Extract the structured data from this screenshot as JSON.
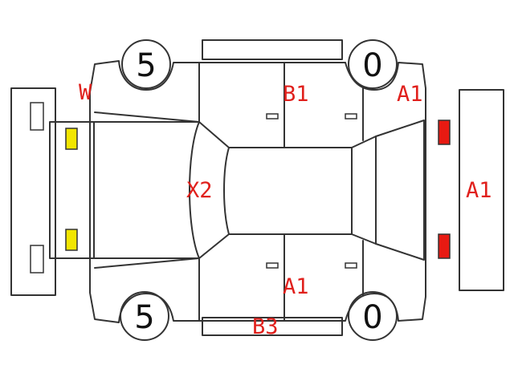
{
  "wheels": {
    "front_left": "5",
    "front_right": "0",
    "rear_left": "5",
    "rear_right": "0"
  },
  "marks": {
    "w": "W",
    "b1": "B1",
    "a1_top": "A1",
    "x2": "X2",
    "a1_right": "A1",
    "a1_bottom": "A1",
    "b3": "B3"
  },
  "colors": {
    "outline": "#333333",
    "damage_text": "#e0201c",
    "front_lamp": "#f2e600",
    "rear_lamp": "#e81a12"
  }
}
